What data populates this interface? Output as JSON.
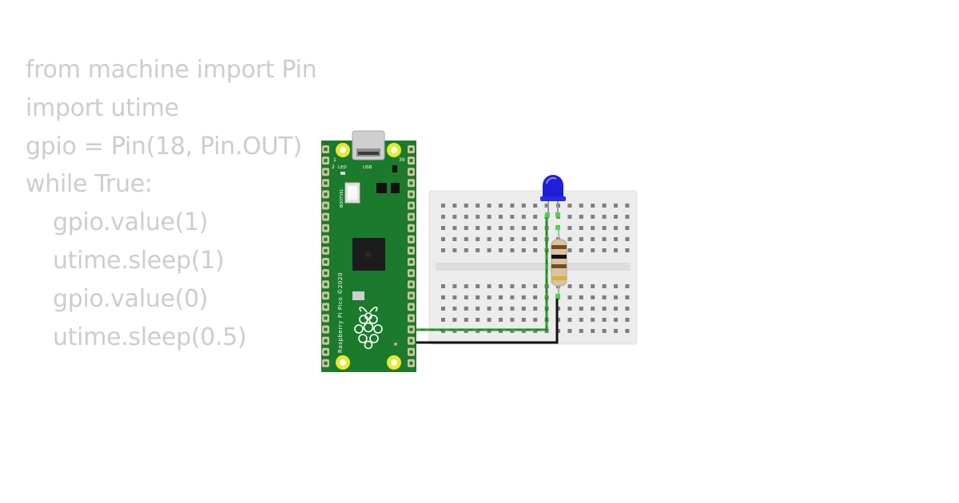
{
  "code": {
    "lines": [
      {
        "text": "from machine import Pin",
        "indent": false
      },
      {
        "text": "import utime",
        "indent": false
      },
      {
        "text": "gpio = Pin(18, Pin.OUT)",
        "indent": false
      },
      {
        "text": "while True:",
        "indent": false
      },
      {
        "text": "gpio.value(1)",
        "indent": true
      },
      {
        "text": "utime.sleep(1)",
        "indent": true
      },
      {
        "text": "gpio.value(0)",
        "indent": true
      },
      {
        "text": "utime.sleep(0.5)",
        "indent": true
      }
    ]
  },
  "board": {
    "label_led": "LED",
    "label_usb": "USB",
    "label_bootsel": "BOOTSEL",
    "label_pin1": "1",
    "label_pin2": "2",
    "label_pin39": "39",
    "label_model": "Raspberry Pi Pico ©2020",
    "icons": [
      "raspberry-logo-icon"
    ],
    "color": "#1b7a2c"
  },
  "led": {
    "color": "#1f1fd6"
  },
  "wires": {
    "signal_color": "#1f8a1f",
    "ground_color": "#111111"
  },
  "breadboard": {
    "color": "#ececec"
  }
}
